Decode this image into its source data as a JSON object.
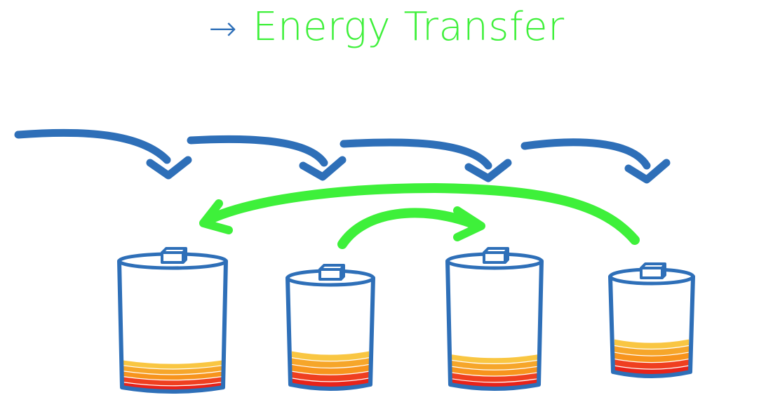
{
  "title": {
    "text": "Energy Transfer",
    "arrow_glyph": "→",
    "arrow_icon": "right-arrow-icon"
  },
  "colors": {
    "title_green": "#3ef03a",
    "arrow_blue": "#2e6fb8",
    "transfer_green": "#3ef03a",
    "battery_outline": "#2e6fb8",
    "charge_red": "#e8231a",
    "charge_orange": "#f7941d",
    "charge_yellow": "#f9c642"
  },
  "batteries": [
    {
      "name": "battery-1",
      "charge_level": 0.22
    },
    {
      "name": "battery-2",
      "charge_level": 0.32
    },
    {
      "name": "battery-3",
      "charge_level": 0.25
    },
    {
      "name": "battery-4",
      "charge_level": 0.35
    }
  ]
}
